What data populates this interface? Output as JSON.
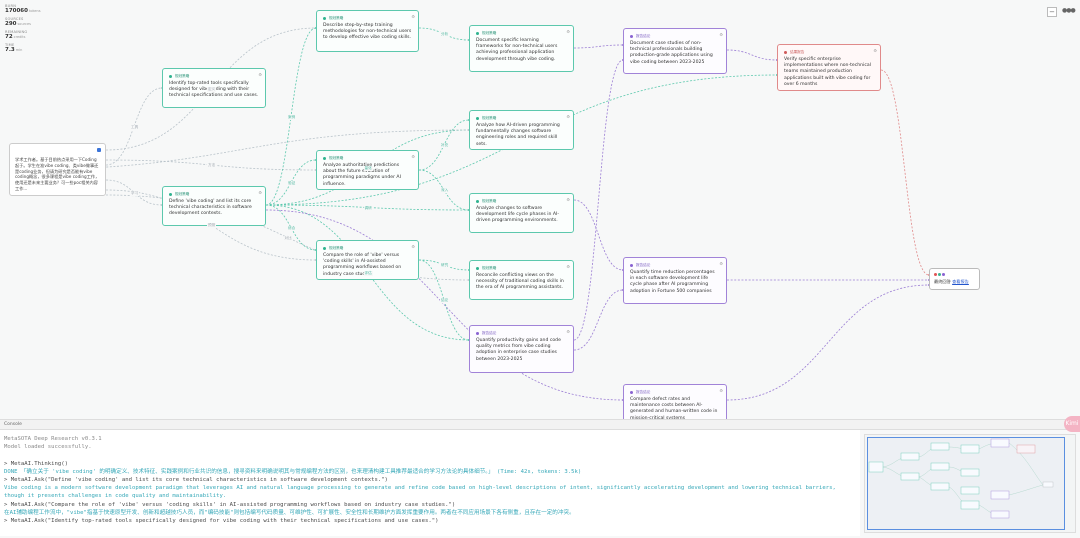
{
  "stats": {
    "burn_label": "BURN",
    "burn_value": "170060",
    "burn_unit": "tokens",
    "sources_label": "SOURCES",
    "sources_value": "290",
    "sources_unit": "sources",
    "remaining_label": "REMAINING",
    "remaining_value": "72",
    "remaining_unit": "credits",
    "time_label": "TIME",
    "time_value": "7.3",
    "time_unit": "min"
  },
  "root": {
    "text": "学术工作者。基于目前热点采用一下Coding起于。学生在准vibe coding、类vibe做事还是coding业务，但请为研究是否能有vibe coding概念，很多课程是vibe coding工作，使用还是未来主要业务？可一些poc相关内容工作..."
  },
  "nodes": {
    "n1": {
      "head": "规划策略",
      "text": "Identify top-rated tools specifically designed for vibe coding with their technical specifications and use cases."
    },
    "n2": {
      "head": "规划策略",
      "text": "Describe step-by-step training methodologies for non-technical users to develop effective vibe coding skills."
    },
    "n3": {
      "head": "规划策略",
      "text": "Define 'vibe coding' and list its core technical characteristics in software development contexts."
    },
    "n4": {
      "head": "规划策略",
      "text": "Analyze authoritative predictions about the future evolution of programming paradigms under AI influence."
    },
    "n5": {
      "head": "规划策略",
      "text": "Compare the role of 'vibe' versus 'coding skills' in AI-assisted programming workflows based on industry case studies."
    },
    "n6": {
      "head": "规划策略",
      "text": "Document specific learning frameworks for non-technical users achieving professional application development through vibe coding."
    },
    "n7": {
      "head": "规划策略",
      "text": "Analyze how AI-driven programming fundamentally changes software engineering roles and required skill sets."
    },
    "n8": {
      "head": "规划策略",
      "text": "Analyze changes to software development life cycle phases in AI-driven programming environments."
    },
    "n9": {
      "head": "规划策略",
      "text": "Reconcile conflicting views on the necessity of traditional coding skills in the era of AI programming assistants."
    },
    "n10": {
      "head": "报告结论",
      "text": "Quantify productivity gains and code quality metrics from vibe coding adoption in enterprise case studies between 2023-2025"
    },
    "n11": {
      "head": "报告结论",
      "text": "Document case studies of non-technical professionals building production-grade applications using vibe coding between 2023-2025"
    },
    "n12": {
      "head": "报告结论",
      "text": "Quantify time reduction percentages in each software development life cycle phase after AI programming adoption in Fortune 500 companies"
    },
    "n13": {
      "head": "报告结论",
      "text": "Compare defect rates and maintenance costs between AI-generated and human-written code in mission-critical systems"
    },
    "n14": {
      "head": "结果报告",
      "text": "Verify specific enterprise implementations where non-technical teams maintained production applications built with vibe coding for over 6 months"
    }
  },
  "final": {
    "label": "最终回答",
    "link": "查看报告"
  },
  "edge_labels": [
    "定义",
    "工具",
    "方法",
    "学习",
    "预测",
    "对比",
    "案例",
    "验证",
    "综合",
    "量化",
    "调研",
    "评估",
    "分析",
    "补充",
    "深入",
    "研究",
    "结论"
  ],
  "colors": {
    "teal": "#5cc8ad",
    "purple": "#a183d8",
    "red": "#e08a8a"
  },
  "divider": {
    "label": "Console"
  },
  "console": {
    "l1": "MetaSOTA Deep Research v0.3.1",
    "l2": "Model loaded successfully.",
    "l3": "> MetaAI.Thinking()",
    "l4": "DONE 「确立关于 'vibe coding' 的明确定义、技术特征、实践案例和行业共识的信息，搜寻资料来明确说明其与常规编程方法的区别，也来理清构建工具推荐最适合的学习方法论的具体细节。」 (Time: 42s, tokens: 3.5k)",
    "l5": "> MetaAI.Ask(\"Define 'vibe coding' and list its core technical characteristics in software development contexts.\")",
    "l6": "Vibe coding is a modern software development paradigm that leverages AI and natural language processing to generate and refine code based on high-level descriptions of intent, significantly accelerating development and lowering technical barriers, though it presents challenges in code quality and maintainability.",
    "l7": "> MetaAI.Ask(\"Compare the role of 'vibe' versus 'coding skills' in AI-assisted programming workflows based on industry case studies.\")",
    "l8": "在AI辅助编程工作流中，\"vibe\"指基于快速原型开发、创新和超越技巧人员，而\"编码技能\"则包括编写代码质量、可维护性、可扩展性、安全性和长期维护方面发挥重要作用。两者在不同应用场景下各有侧重，且存在一定的冲突。",
    "l9": "> MetaAI.Ask(\"Identify top-rated tools specifically designed for vibe coding with their technical specifications and use cases.\")"
  },
  "badge": "Kimi"
}
